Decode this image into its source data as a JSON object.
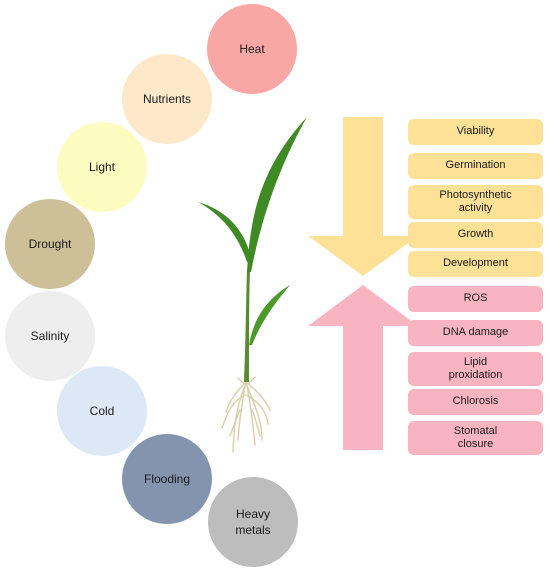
{
  "stressors": [
    {
      "label": "Heat",
      "color": "#f9a7a5"
    },
    {
      "label": "Nutrients",
      "color": "#fde9c9"
    },
    {
      "label": "Light",
      "color": "#fdfcc0"
    },
    {
      "label": "Drought",
      "color": "#cdbf98"
    },
    {
      "label": "Salinity",
      "color": "#eeeeee"
    },
    {
      "label": "Cold",
      "color": "#dde8f6"
    },
    {
      "label": "Flooding",
      "color": "#8494ae"
    },
    {
      "label": "Heavy metals",
      "color": "#bdbdbd"
    }
  ],
  "decreased_effects": {
    "arrow_color": "#fde196",
    "items": [
      "Viability",
      "Germination",
      "Photosynthetic activity",
      "Growth",
      "Development"
    ]
  },
  "increased_effects": {
    "arrow_color": "#f8b4c0",
    "items": [
      "ROS",
      "DNA damage",
      "Lipid proxidation",
      "Chlorosis",
      "Stomatal closure"
    ]
  }
}
